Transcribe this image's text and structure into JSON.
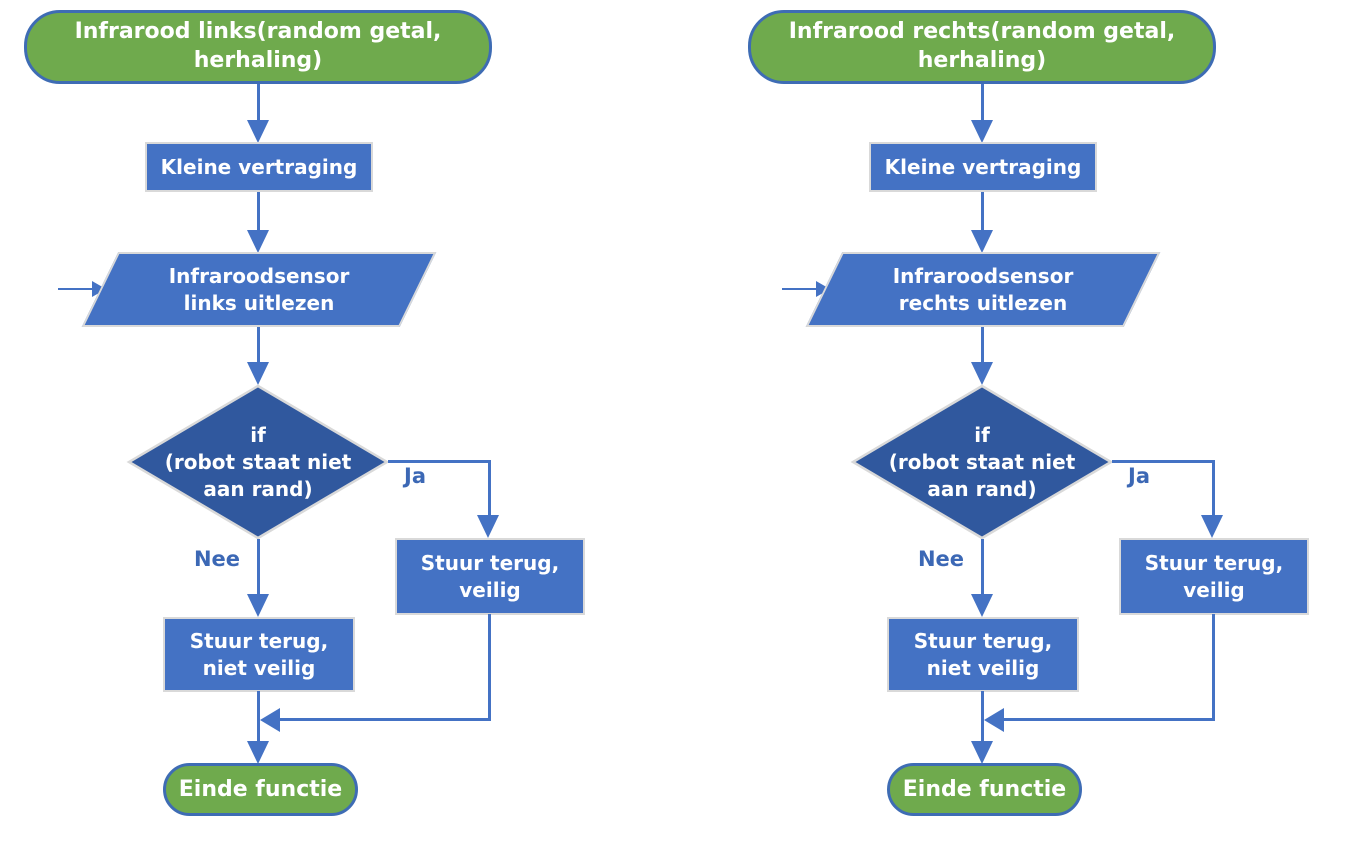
{
  "colors": {
    "green": "#6FAA4D",
    "green-border": "#3E6CB4",
    "blue": "#4472C4",
    "diamond": "#30589E",
    "border-gray": "#D9D9D9",
    "line": "#4472C4",
    "label-blue": "#3C68B5"
  },
  "charts": [
    {
      "side": "left",
      "start": "Infrarood links(random getal, herhaling)",
      "delay": "Kleine vertraging",
      "sensor": "Infraroodsensor\nlinks uitlezen",
      "decision": "if\n(robot staat niet\naan rand)",
      "yes_label": "Ja",
      "no_label": "Nee",
      "yes_box": "Stuur terug,\nveilig",
      "no_box": "Stuur terug,\nniet veilig",
      "end": "Einde functie"
    },
    {
      "side": "right",
      "start": "Infrarood rechts(random getal, herhaling)",
      "delay": "Kleine vertraging",
      "sensor": "Infraroodsensor\nrechts uitlezen",
      "decision": "if\n(robot staat niet\naan rand)",
      "yes_label": "Ja",
      "no_label": "Nee",
      "yes_box": "Stuur terug,\nveilig",
      "no_box": "Stuur terug,\nniet veilig",
      "end": "Einde functie"
    }
  ]
}
